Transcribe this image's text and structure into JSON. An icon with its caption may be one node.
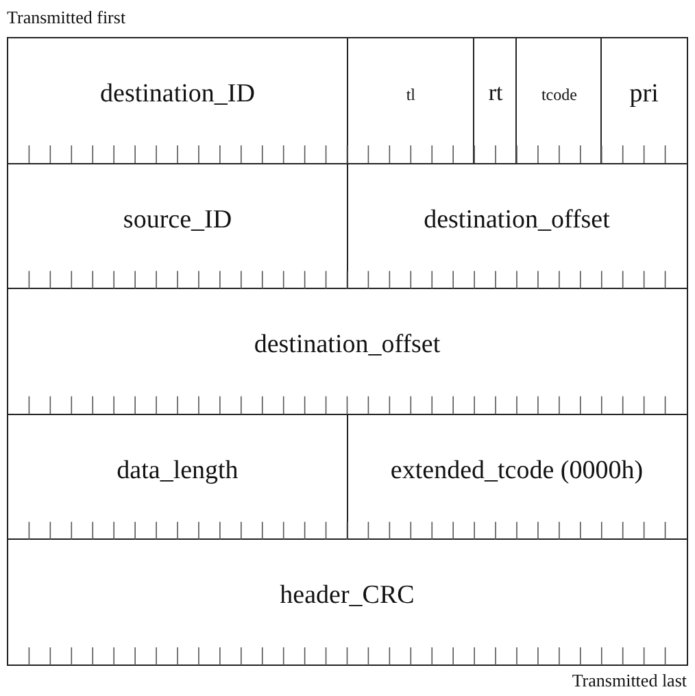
{
  "diagram": {
    "nodes": [
      {
        "text": [
          "destination_ID"
        ]
      },
      {
        "text": [
          "tl"
        ]
      },
      {
        "text": [
          "rt"
        ]
      },
      {
        "text": [
          "tcode"
        ]
      },
      {
        "text": [
          "pri"
        ]
      },
      {
        "text": [
          "source_ID"
        ]
      },
      {
        "text": [
          "destination_offset"
        ]
      },
      {
        "text": [
          "destination_offset"
        ]
      },
      {
        "text": [
          "data_length"
        ]
      },
      {
        "text": [
          "extended_tcode (0000h)"
        ]
      },
      {
        "text": [
          "header_CRC"
        ]
      }
    ],
    "labels": [
      "Transmitted first",
      "Transmitted last"
    ]
  }
}
